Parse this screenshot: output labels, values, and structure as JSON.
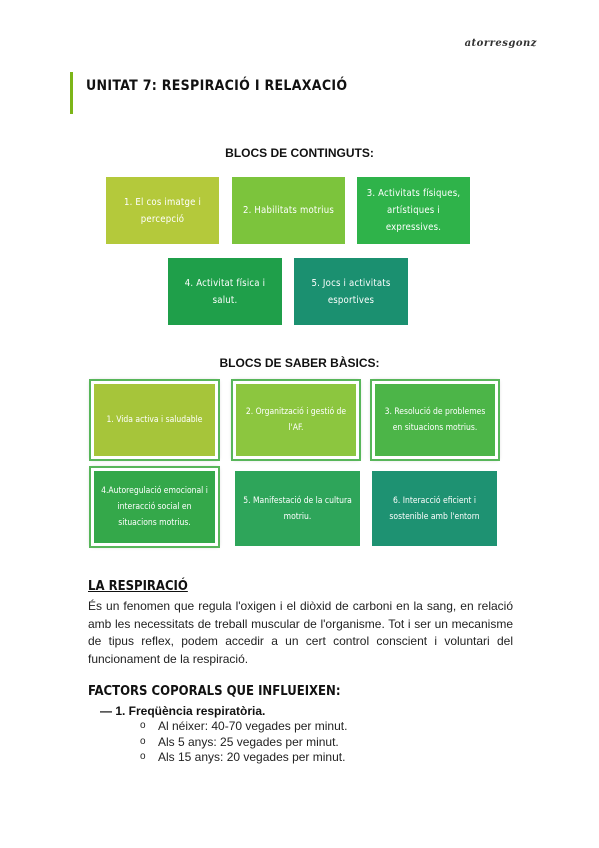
{
  "author": "atorresgonz",
  "unit_title": "UNITAT 7:  RESPIRACIÓ I RELAXACIÓ",
  "blocs_continguts": {
    "heading": "BLOCS DE CONTINGUTS:",
    "boxes": [
      {
        "label": "1. El cos imatge i percepció",
        "color": "#b4c93b"
      },
      {
        "label": "2. Habilitats motrius",
        "color": "#7cc43c"
      },
      {
        "label": "3. Activitats físiques, artístiques i expressives.",
        "color": "#2fb34a"
      },
      {
        "label": "4. Activitat física i salut.",
        "color": "#1f9f4a"
      },
      {
        "label": "5. Jocs i activitats esportives",
        "color": "#1b9070"
      }
    ]
  },
  "blocs_saber": {
    "heading": "BLOCS DE SABER BÀSICS:",
    "boxes": [
      {
        "label": "1. Vida activa i saludable",
        "color": "#a6c53a"
      },
      {
        "label": "2. Organització i gestió de l'AF.",
        "color": "#8cc63f"
      },
      {
        "label": "3. Resolució de problemes en situacions motrius.",
        "color": "#4cb548"
      },
      {
        "label": "4.Autoregulació emocional i interacció social en situacions motrius.",
        "color": "#34a84a"
      },
      {
        "label": "5. Manifestació de la cultura motriu.",
        "color": "#2ea55a"
      },
      {
        "label": "6. Interacció eficient i sostenible amb l'entorn",
        "color": "#1e9272"
      }
    ]
  },
  "respiracio": {
    "title": "LA RESPIRACIÓ",
    "text": "És un fenomen que regula l'oxigen i el diòxid de carboni en la sang, en relació amb les necessitats de treball muscular de l'organisme. Tot i ser un mecanisme de tipus reflex, podem accedir a un cert control conscient i voluntari del funcionament de la respiració."
  },
  "factors": {
    "title": "FACTORS COPORALS QUE INFLUEIXEN:",
    "sub": "— 1. Freqüència respiratòria.",
    "items": [
      "Al néixer: 40-70 vegades per minut.",
      "Als 5 anys: 25 vegades per minut.",
      "Als 15 anys: 20 vegades per minut."
    ]
  }
}
